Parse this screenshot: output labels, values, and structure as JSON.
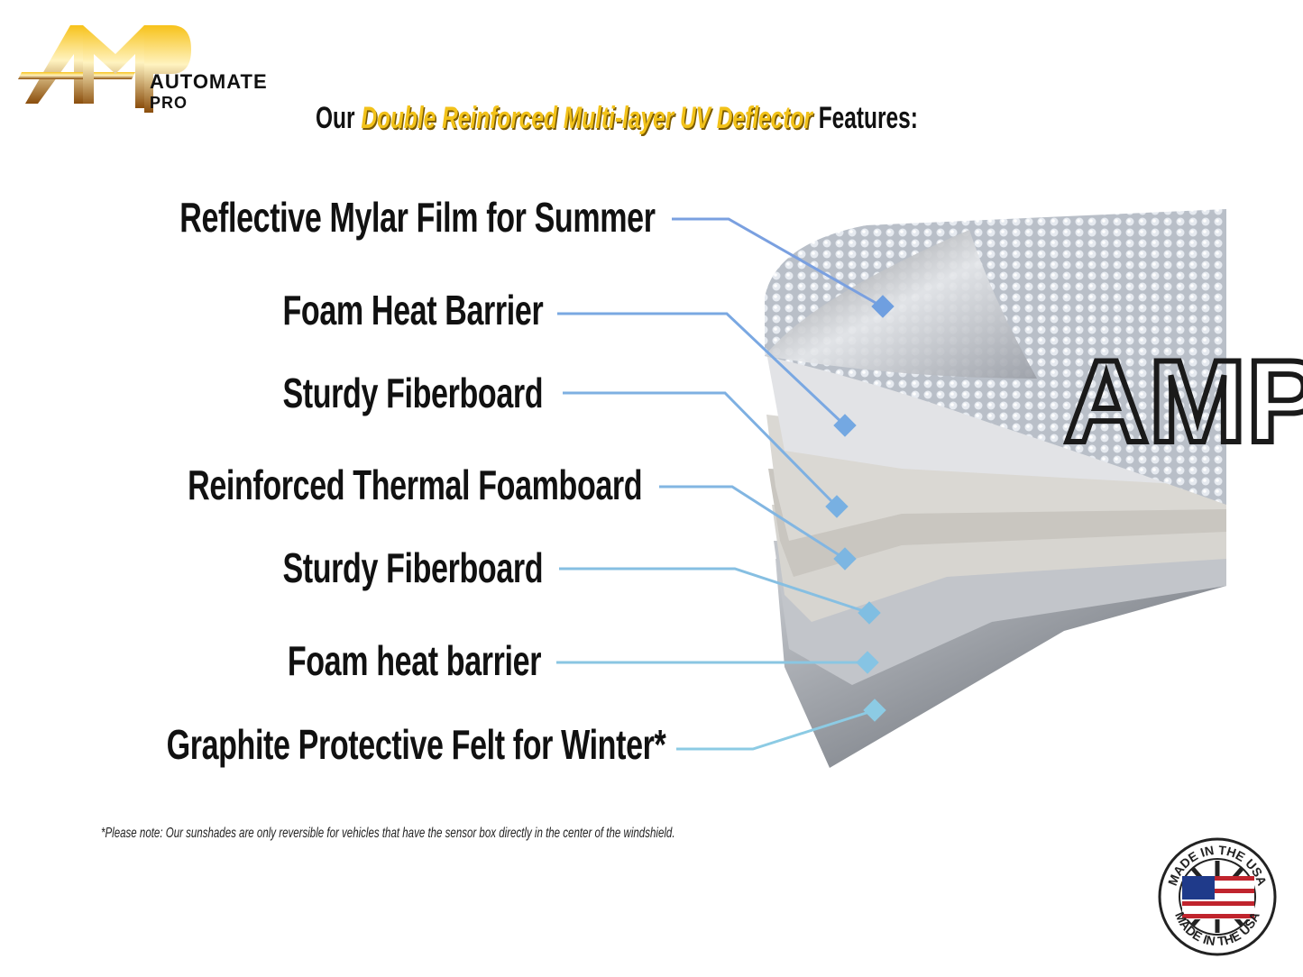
{
  "logo": {
    "monogram": "AMP",
    "brand_line1": "AUTOMATE",
    "brand_line2": "PRO"
  },
  "heading": {
    "prefix": "Our",
    "highlight": "Double Reinforced Multi-layer UV Deflector",
    "suffix": "Features:"
  },
  "layers": [
    {
      "label": "Reflective Mylar Film for Summer"
    },
    {
      "label": "Foam Heat Barrier"
    },
    {
      "label": "Sturdy Fiberboard"
    },
    {
      "label": "Reinforced Thermal Foamboard"
    },
    {
      "label": "Sturdy Fiberboard"
    },
    {
      "label": "Foam heat barrier"
    },
    {
      "label": "Graphite Protective Felt for Winter*"
    }
  ],
  "footnote": "*Please note: Our sunshades are only reversible for vehicles that have the sensor box directly in the center of the windshield.",
  "badge": {
    "text": "MADE IN THE USA"
  },
  "colors": {
    "accent_gold": "#f2c21a",
    "callout_blue": "#6f9fe0",
    "callout_light_blue": "#8ccbe4"
  }
}
